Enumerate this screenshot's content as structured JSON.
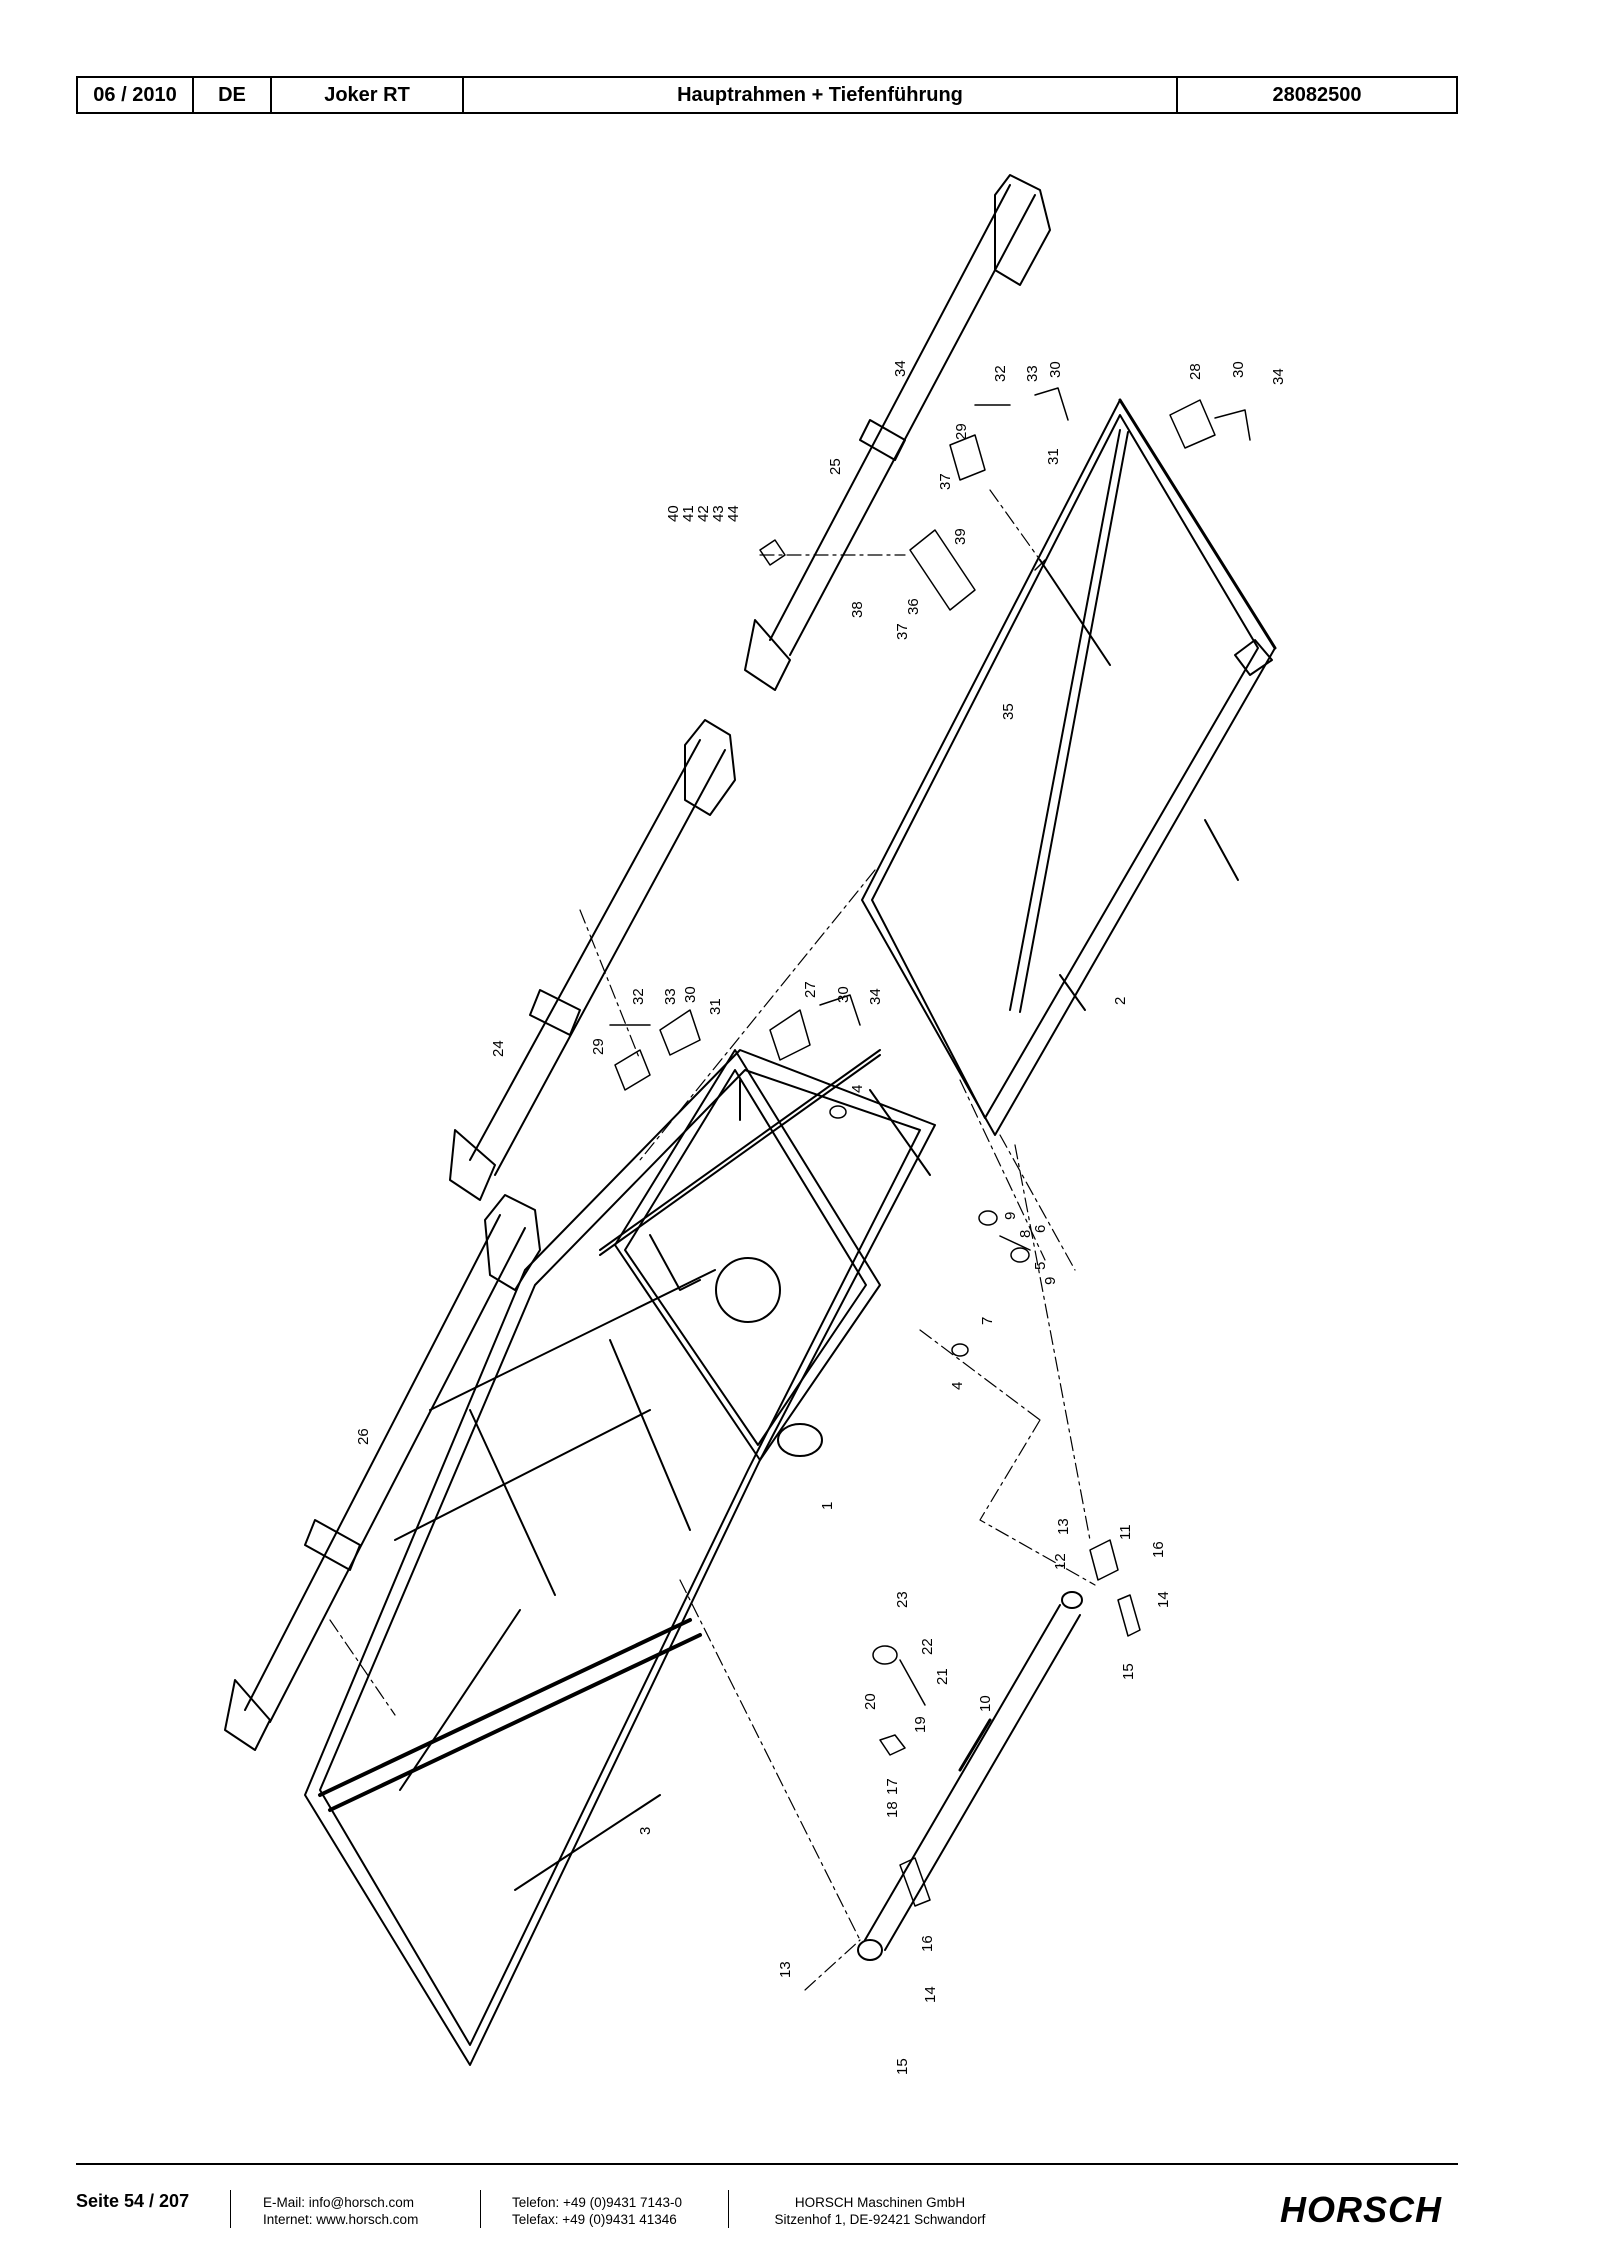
{
  "header": {
    "date": "06 / 2010",
    "language": "DE",
    "model": "Joker RT",
    "title": "Hauptrahmen + Tiefenführung",
    "part_number": "28082500"
  },
  "callouts": [
    "1",
    "2",
    "3",
    "4",
    "4",
    "5",
    "6",
    "7",
    "8",
    "9",
    "9",
    "10",
    "11",
    "12",
    "13",
    "13",
    "14",
    "14",
    "15",
    "15",
    "16",
    "16",
    "17",
    "18",
    "19",
    "20",
    "21",
    "22",
    "23",
    "24",
    "25",
    "26",
    "27",
    "28",
    "29",
    "29",
    "30",
    "30",
    "30",
    "30",
    "31",
    "31",
    "32",
    "32",
    "33",
    "33",
    "34",
    "34",
    "34",
    "35",
    "36",
    "37",
    "37",
    "38",
    "39",
    "40",
    "41",
    "42",
    "43",
    "44"
  ],
  "footer": {
    "page": "Seite 54 / 207",
    "email": "E-Mail: info@horsch.com",
    "internet": "Internet: www.horsch.com",
    "phone": "Telefon: +49 (0)9431 7143-0",
    "fax": "Telefax: +49 (0)9431 41346",
    "company": "HORSCH Maschinen GmbH",
    "address": "Sitzenhof 1, DE-92421 Schwandorf",
    "logo_text": "HORSCH"
  }
}
